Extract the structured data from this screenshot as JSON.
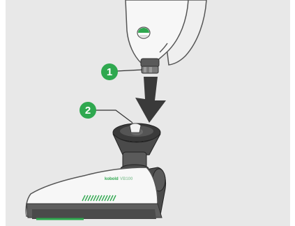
{
  "illustration": {
    "steps": [
      {
        "number": "1"
      },
      {
        "number": "2"
      }
    ],
    "nozzle_brand_text": "kobold",
    "nozzle_brand_suffix": "VB100",
    "colors": {
      "background": "#e8e8e8",
      "accent_green": "#2fa84f",
      "arrow": "#3a3a3a",
      "body_white": "#f7f7f7",
      "dark_gray": "#4a4a4a"
    }
  }
}
